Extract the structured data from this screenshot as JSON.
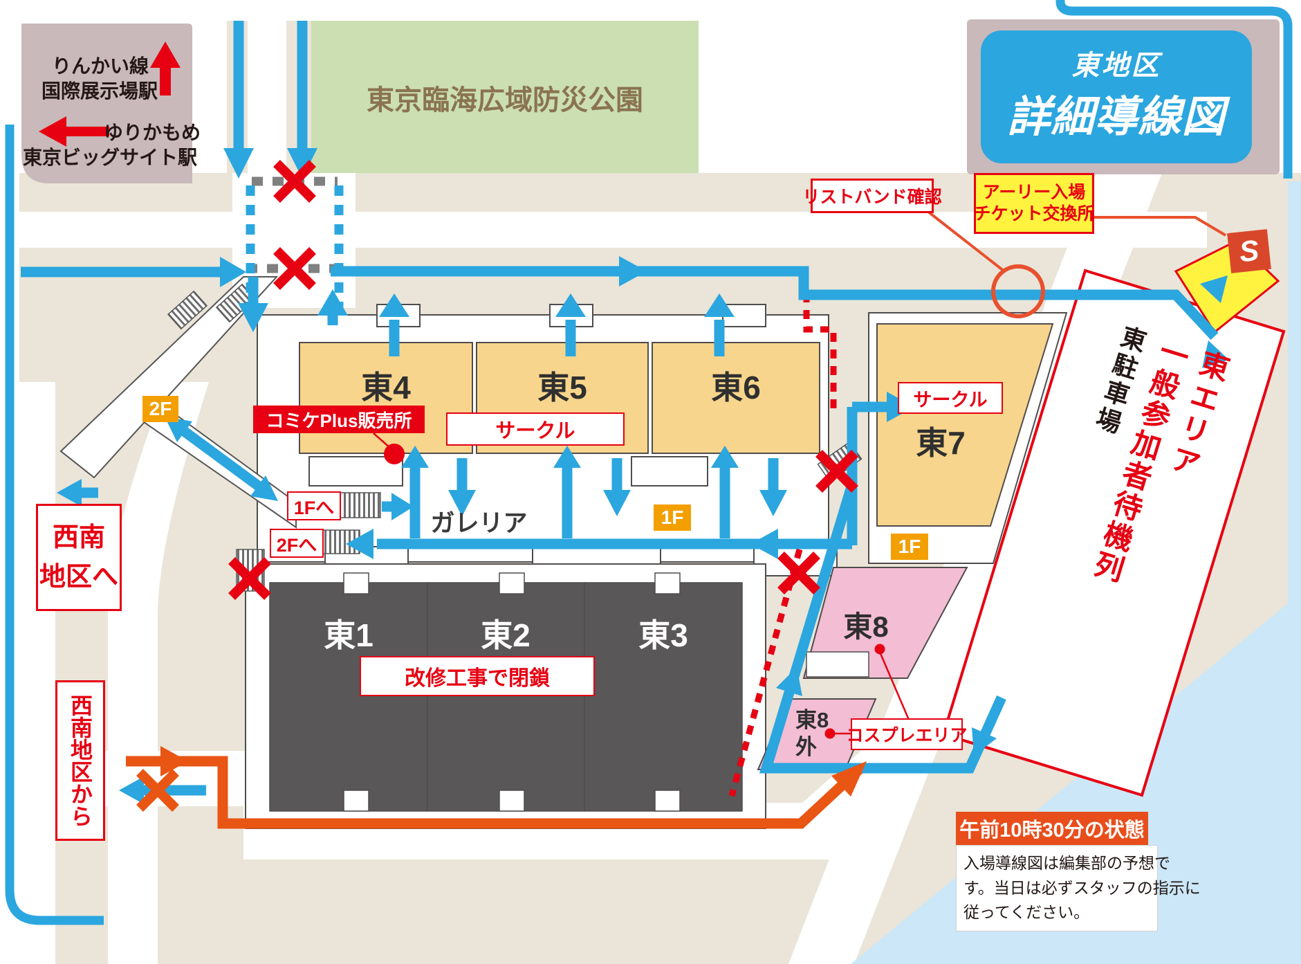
{
  "map_title": {
    "line1": "東地区",
    "line2": "詳細導線図"
  },
  "stations": {
    "rinkai": {
      "line": "りんかい線",
      "station": "国際展示場駅"
    },
    "yurikamome": {
      "line": "ゆりかもめ",
      "station": "東京ビッグサイト駅"
    }
  },
  "park": {
    "name": "東京臨海広域防災公園"
  },
  "halls": {
    "e1": "東1",
    "e2": "東2",
    "e3": "東3",
    "e4": "東4",
    "e5": "東5",
    "e6": "東6",
    "e7": "東7",
    "e8": "東8",
    "e8_gai": {
      "line1": "東8",
      "line2": "外"
    }
  },
  "annotations": {
    "wristband_check": "リストバンド確認",
    "early_entry": {
      "line1": "アーリー入場",
      "line2": "チケット交換所"
    },
    "s_marker": "S",
    "comiket_plus": "コミケPlus販売所",
    "circle_halls": "サークル",
    "circle_e7": "サークル",
    "galleria": "ガレリア",
    "to_1f": "1Fへ",
    "to_2f": "2Fへ",
    "floor_2f": "2F",
    "floor_1f_galleria": "1F",
    "floor_1f_e7": "1F",
    "renovation_closed": "改修工事で閉鎖",
    "cosplay_area": "コスプレエリア",
    "to_southwest": {
      "line1": "西南",
      "line2": "地区へ"
    },
    "from_southwest": "西南地区から"
  },
  "queue_area": {
    "red_line1": "東エリア",
    "red_line2": "一般参加者待機列",
    "black": "東駐車場"
  },
  "status_note": {
    "title": "午前10時30分の状態",
    "body_lines": [
      "入場導線図は編集部の予想で",
      "す。当日は必ずスタッフの指示に",
      "従ってください。"
    ]
  },
  "colors": {
    "route_blue": "#2BA6DF",
    "alert_red": "#E60012",
    "route_orange": "#E95513",
    "hall_orange": "#F8D58C",
    "hall_gray": "#595757",
    "hall_pink": "#F3BDD3",
    "badge_orange": "#F39F00",
    "land_beige": "#EAE5D8",
    "park_green": "#CBDFB2",
    "station_mauve": "#C9B9BA",
    "water_blue": "#CBE7F8",
    "highlight_yellow": "#FFF33F"
  }
}
